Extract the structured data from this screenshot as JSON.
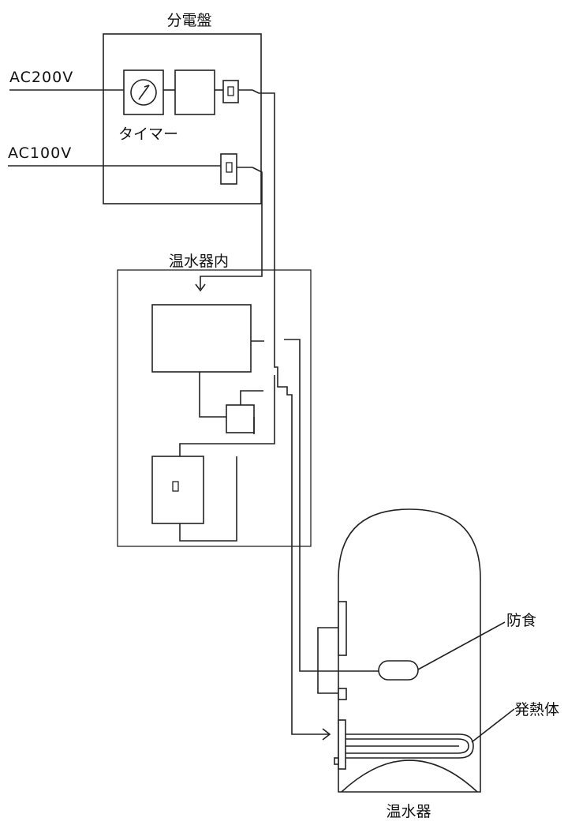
{
  "labels": {
    "distribution_panel": "分電盤",
    "ac200": "AC200V",
    "ac100": "AC100V",
    "timer": "タイマー",
    "heater_inside": "温水器内",
    "anticorrosion": "防食",
    "heating_element": "発熱体",
    "water_heater": "温水器"
  }
}
